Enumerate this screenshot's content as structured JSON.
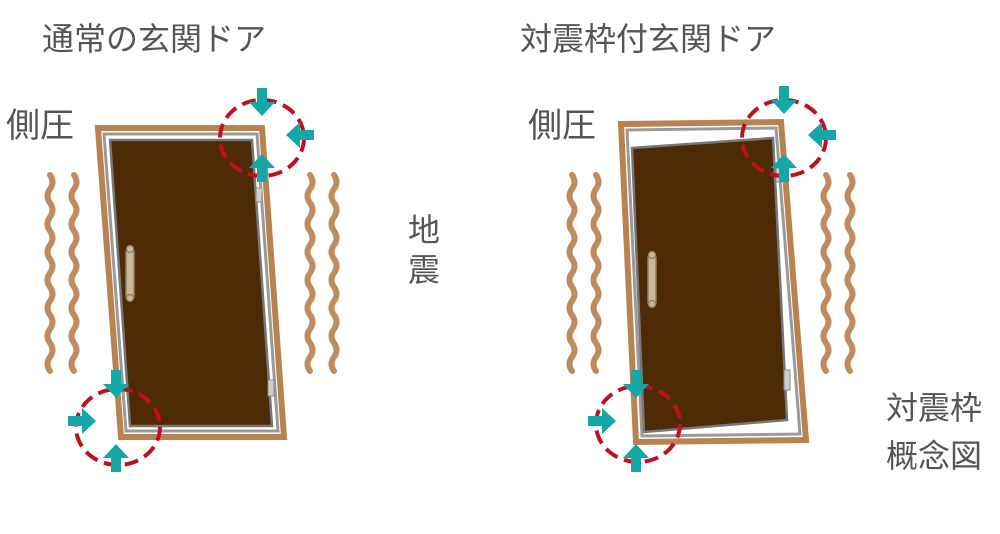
{
  "left": {
    "title": "通常の玄関ドア",
    "side_label": "側圧"
  },
  "right": {
    "title": "対震枠付玄関ドア",
    "side_label": "側圧"
  },
  "center": {
    "label_1": "地",
    "label_2": "震"
  },
  "caption": {
    "line_1": "対震枠",
    "line_2": "概念図"
  },
  "colors": {
    "frame": "#b98350",
    "door": "#4e2a05",
    "door_outline": "#777777",
    "wave": "#bf8c5e",
    "arrow": "#13a7a7",
    "dashed_circle": "#c01020",
    "text": "#555555"
  }
}
